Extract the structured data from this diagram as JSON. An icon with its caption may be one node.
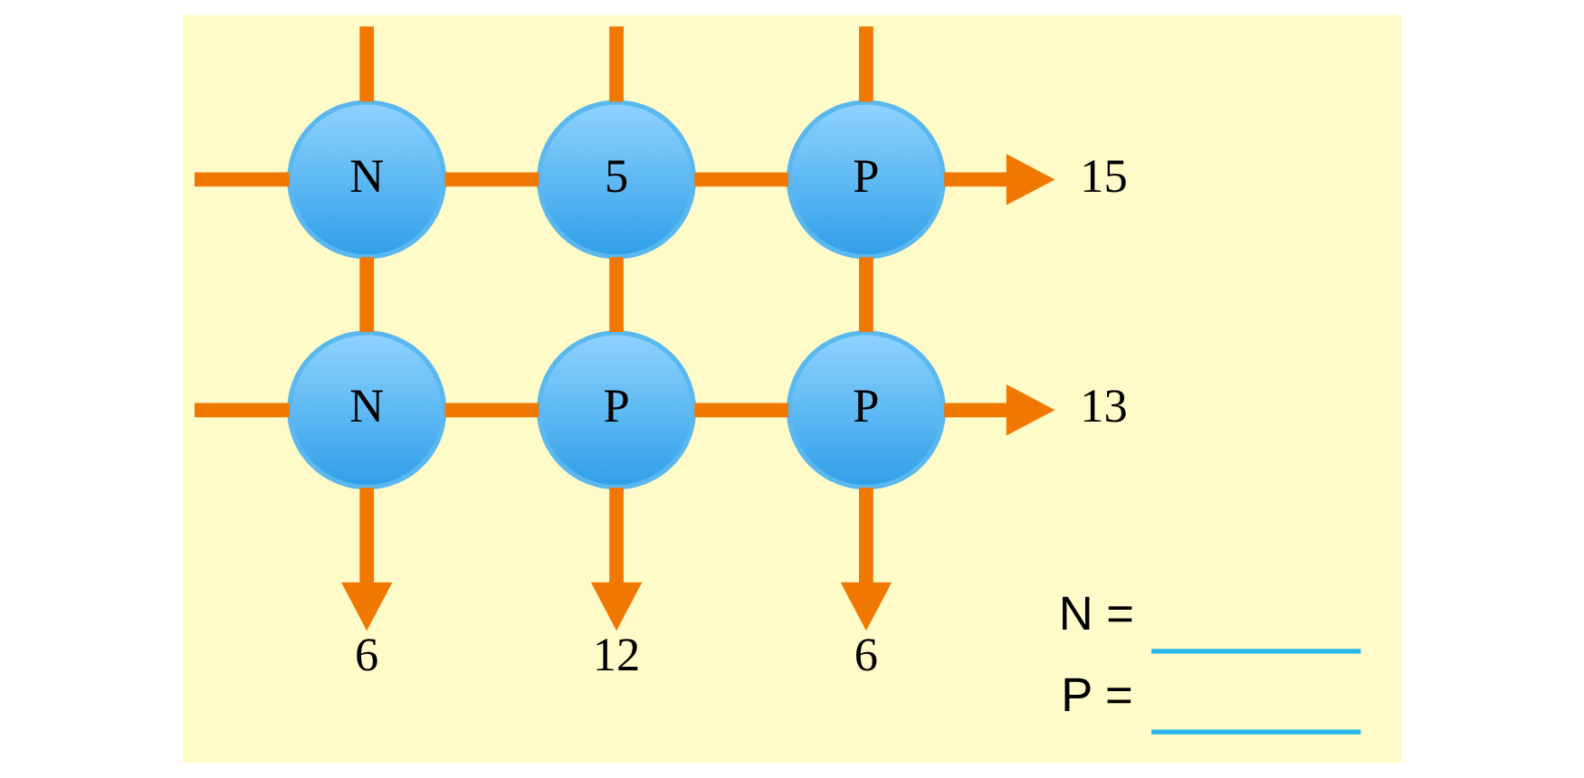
{
  "diagram": {
    "nodes": [
      {
        "text": [
          "N"
        ]
      },
      {
        "text": [
          "5"
        ]
      },
      {
        "text": [
          "P"
        ]
      },
      {
        "text": [
          "N"
        ]
      },
      {
        "text": [
          "P"
        ]
      },
      {
        "text": [
          "P"
        ]
      },
      {
        "text": [
          "15"
        ]
      },
      {
        "text": [
          "13"
        ]
      },
      {
        "text": [
          "6"
        ]
      },
      {
        "text": [
          "12"
        ]
      },
      {
        "text": [
          "6"
        ]
      }
    ],
    "edges": [
      {
        "from": null,
        "to": 0,
        "arrow": "none"
      },
      {
        "from": 0,
        "to": 1,
        "arrow": "none"
      },
      {
        "from": 1,
        "to": 2,
        "arrow": "none"
      },
      {
        "from": 2,
        "to": 6,
        "arrow": "to"
      },
      {
        "from": null,
        "to": 3,
        "arrow": "none"
      },
      {
        "from": 3,
        "to": 4,
        "arrow": "none"
      },
      {
        "from": 4,
        "to": 5,
        "arrow": "none"
      },
      {
        "from": 5,
        "to": 7,
        "arrow": "to"
      },
      {
        "from": null,
        "to": 0,
        "arrow": "none"
      },
      {
        "from": 0,
        "to": 3,
        "arrow": "none"
      },
      {
        "from": 3,
        "to": 8,
        "arrow": "to"
      },
      {
        "from": null,
        "to": 1,
        "arrow": "none"
      },
      {
        "from": 1,
        "to": 4,
        "arrow": "none"
      },
      {
        "from": 4,
        "to": 9,
        "arrow": "to"
      },
      {
        "from": null,
        "to": 2,
        "arrow": "none"
      },
      {
        "from": 2,
        "to": 5,
        "arrow": "none"
      },
      {
        "from": 5,
        "to": 10,
        "arrow": "to"
      }
    ],
    "labels": [
      "N =",
      "P ="
    ]
  }
}
